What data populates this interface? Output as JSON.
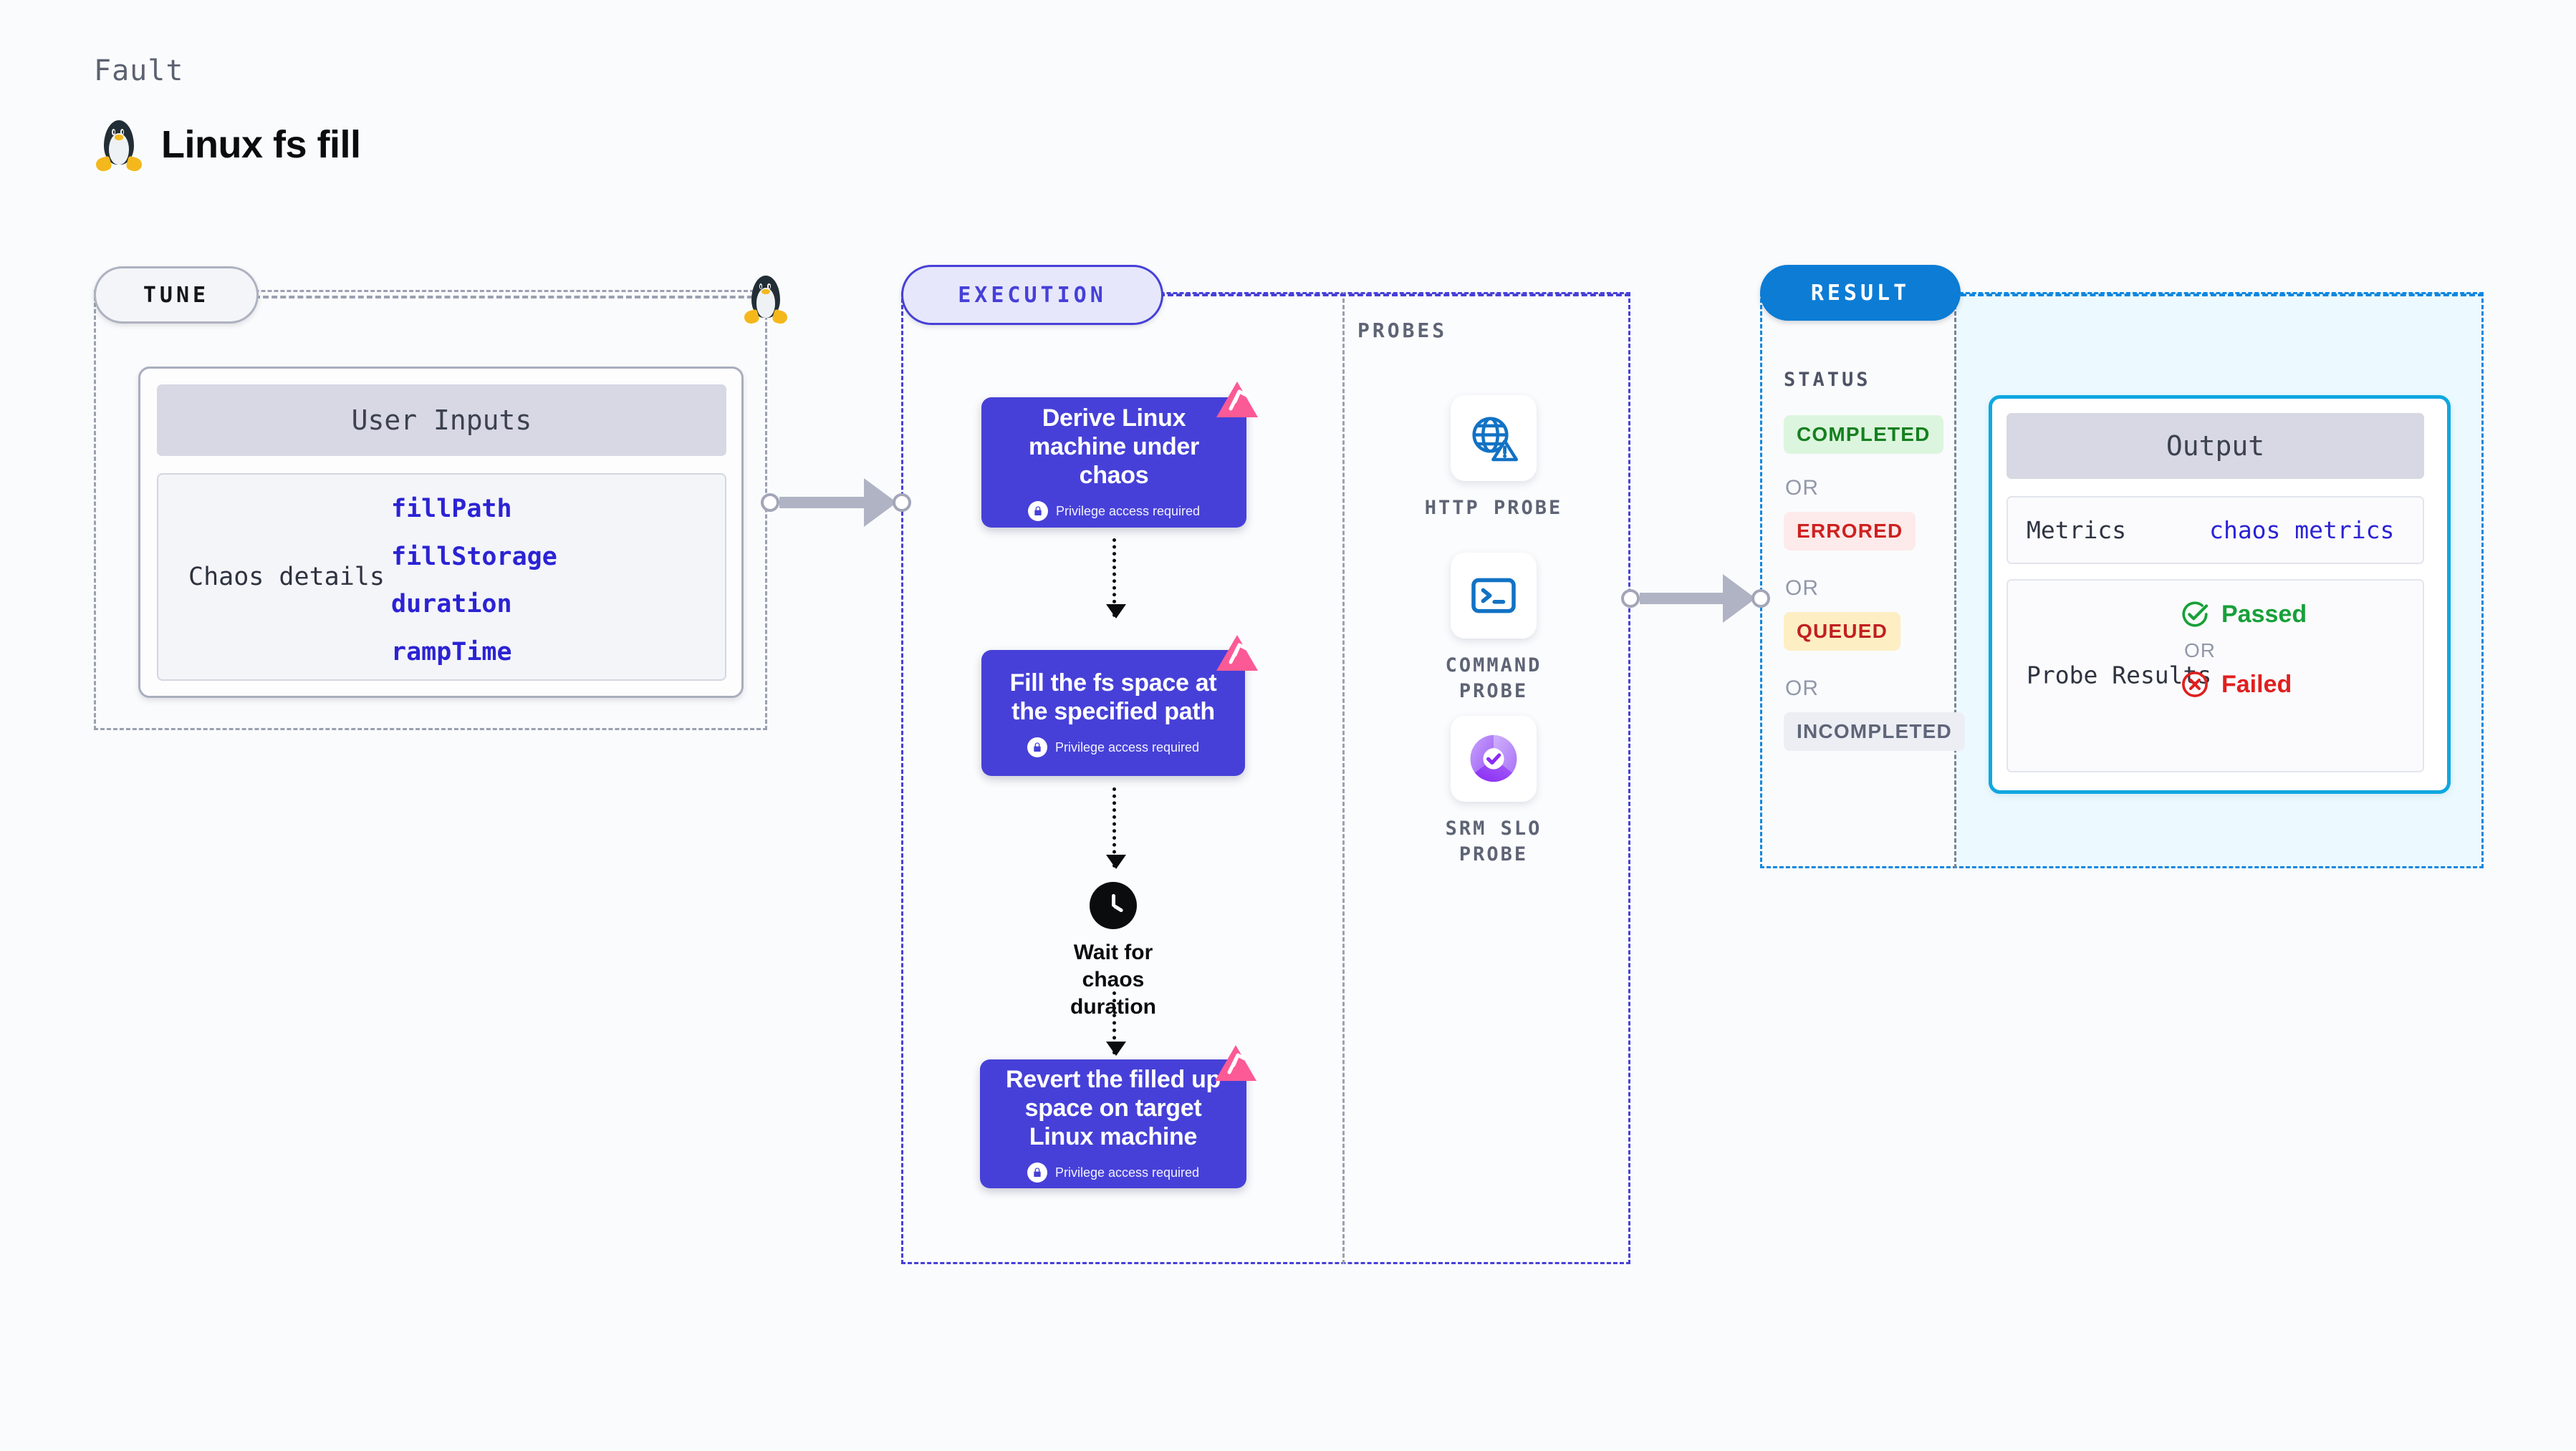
{
  "header": {
    "kicker": "Fault",
    "title": "Linux fs fill",
    "icon": "linux-penguin-icon"
  },
  "tune": {
    "pill_label": "TUNE",
    "icon": "linux-penguin-icon",
    "card": {
      "header": "User Inputs",
      "row_label": "Chaos details",
      "params": [
        "fillPath",
        "fillStorage",
        "duration",
        "rampTime"
      ]
    }
  },
  "execution": {
    "pill_label": "EXECUTION",
    "privilege_note": "Privilege access required",
    "steps": [
      {
        "title": "Derive Linux machine under chaos",
        "privileged": true,
        "badge": "litmus-logo-icon"
      },
      {
        "title": "Fill the fs space at the specified path",
        "privileged": true,
        "badge": "litmus-logo-icon"
      },
      {
        "title": "Revert the filled up space on target Linux machine",
        "privileged": true,
        "badge": "litmus-logo-icon"
      }
    ],
    "wait_node": {
      "label": "Wait for chaos duration",
      "icon": "clock-icon"
    }
  },
  "probes": {
    "title": "PROBES",
    "items": [
      {
        "label": "HTTP PROBE",
        "icon": "globe-warning-icon"
      },
      {
        "label": "COMMAND PROBE",
        "icon": "terminal-icon"
      },
      {
        "label": "SRM SLO PROBE",
        "icon": "slo-donut-check-icon"
      }
    ]
  },
  "result": {
    "pill_label": "RESULT",
    "status_title": "STATUS",
    "or_label": "OR",
    "statuses": [
      {
        "label": "COMPLETED",
        "bg": "#dcf5de",
        "fg": "#15801f"
      },
      {
        "label": "ERRORED",
        "bg": "#fdeaea",
        "fg": "#cf2020"
      },
      {
        "label": "QUEUED",
        "bg": "#fdeec3",
        "fg": "#c02020"
      },
      {
        "label": "INCOMPLETED",
        "bg": "#eceef4",
        "fg": "#5e6578"
      }
    ],
    "output": {
      "header": "Output",
      "metrics_label": "Metrics",
      "metrics_value": "chaos metrics",
      "probe_results_label": "Probe Results",
      "passed_label": "Passed",
      "failed_label": "Failed",
      "or_label": "OR"
    }
  },
  "colors": {
    "accent_purple": "#4640d8",
    "accent_blue": "#0c7cd5",
    "accent_cyan": "#0fa7e0",
    "litmus_pink": "#fb5a96",
    "code_blue": "#2b23d4",
    "canvas": "#fafbfc"
  }
}
